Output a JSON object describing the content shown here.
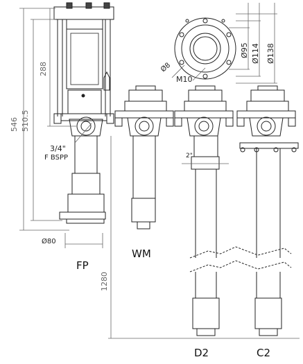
{
  "labels": {
    "fp": "FP",
    "wm": "WM",
    "d2": "D2",
    "c2": "C2"
  },
  "dimensions": {
    "h546": "546",
    "h510": "510.5",
    "h288": "288",
    "h1280": "1280",
    "d80": "Ø80",
    "thread_line1": "3/4\"",
    "thread_line2": "F BSPP",
    "inch2": "2\"",
    "d95": "Ø95",
    "d114": "Ø114",
    "d138": "Ø138",
    "d8": "Ø8",
    "m10": "M10"
  }
}
